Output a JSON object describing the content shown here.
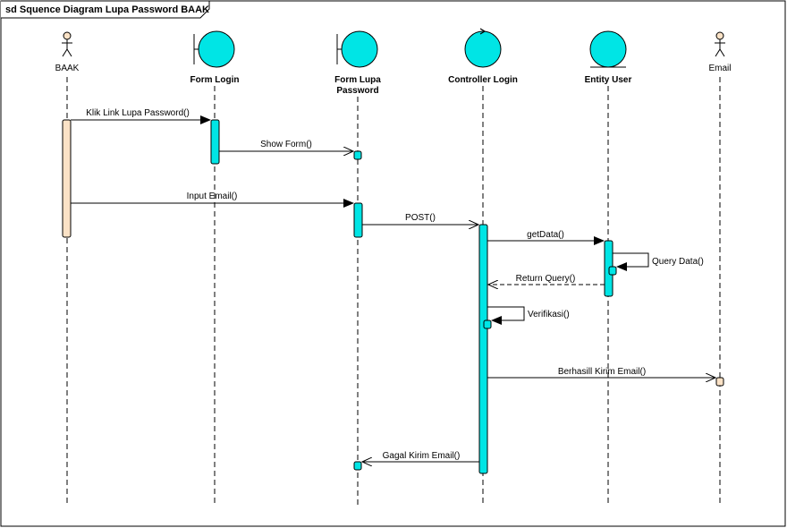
{
  "frame": {
    "title": "sd Squence Diagram Lupa Password BAAK"
  },
  "participants": [
    {
      "id": "baak",
      "kind": "actor",
      "label": "BAAK"
    },
    {
      "id": "form-login",
      "kind": "boundary",
      "label": "Form Login"
    },
    {
      "id": "form-lupa",
      "kind": "boundary",
      "label_lines": [
        "Form Lupa",
        "Password"
      ]
    },
    {
      "id": "controller",
      "kind": "control",
      "label": "Controller Login"
    },
    {
      "id": "entity",
      "kind": "entity",
      "label": "Entity User"
    },
    {
      "id": "email",
      "kind": "actor",
      "label": "Email"
    }
  ],
  "messages": [
    {
      "label": "Klik Link Lupa Password()",
      "from": "BAAK",
      "to": "Form Login",
      "type": "sync"
    },
    {
      "label": "Show Form()",
      "from": "Form Login",
      "to": "Form Lupa Password",
      "type": "async"
    },
    {
      "label": "Input Email()",
      "from": "BAAK",
      "to": "Form Lupa Password",
      "type": "sync"
    },
    {
      "label": "POST()",
      "from": "Form Lupa Password",
      "to": "Controller Login",
      "type": "async"
    },
    {
      "label": "getData()",
      "from": "Controller Login",
      "to": "Entity User",
      "type": "sync"
    },
    {
      "label": "Query Data()",
      "from": "Entity User",
      "to": "Entity User",
      "type": "self"
    },
    {
      "label": "Return Query()",
      "from": "Entity User",
      "to": "Controller Login",
      "type": "return"
    },
    {
      "label": "Verifikasi()",
      "from": "Controller Login",
      "to": "Controller Login",
      "type": "self"
    },
    {
      "label": "Berhasill Kirim Email()",
      "from": "Controller Login",
      "to": "Email",
      "type": "async"
    },
    {
      "label": "Gagal Kirim Email()",
      "from": "Controller Login",
      "to": "Form Lupa Password",
      "type": "async"
    }
  ],
  "colors": {
    "object_fill": "#00e5e5",
    "activation_fill": "#00e5e5",
    "actor_fill": "#fbe2c6",
    "line": "#000000"
  }
}
